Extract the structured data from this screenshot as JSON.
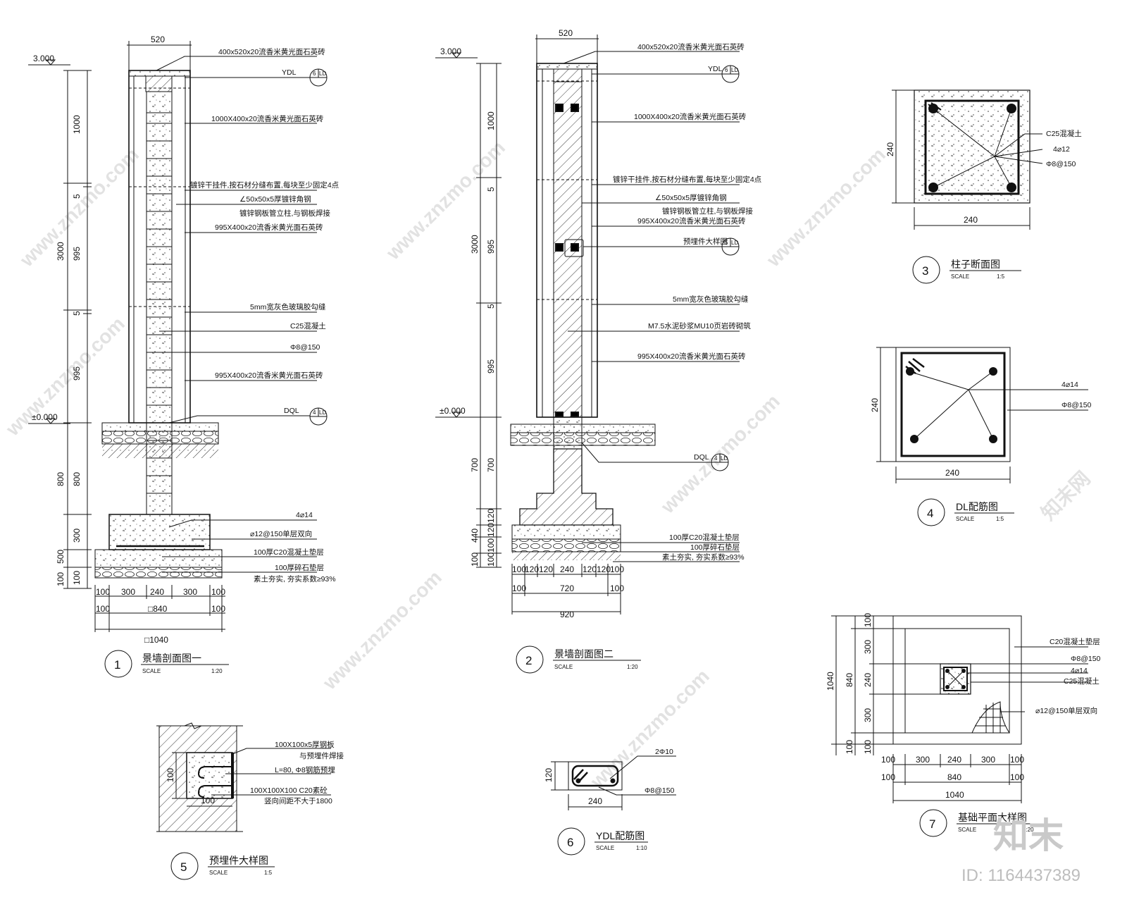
{
  "sheet": {
    "elevation_top": "3.000",
    "elevation_zero": "±0.000"
  },
  "detail1": {
    "number": "1",
    "title": "景墙剖面图一",
    "scale_word": "SCALE",
    "scale": "1:20",
    "dims_top": "520",
    "dims_vertical": [
      "1000",
      "5",
      "995",
      "5",
      "995",
      "800",
      "300",
      "500",
      "100",
      "100"
    ],
    "dim_total": "3000",
    "dims_bottom_row1": [
      "100",
      "300",
      "240",
      "300",
      "100"
    ],
    "dims_bottom_row2": [
      "100",
      "□840",
      "100"
    ],
    "dims_bottom_row3": "□1040",
    "labels": [
      "400x520x20流香米黄光面石英砖",
      "YDL",
      "1000X400x20流香米黄光面石英砖",
      "镀锌干挂件,按石材分缝布置,每块至少固定4点",
      "∠50x50x5厚镀锌角钢",
      "镀锌钢板管立柱,与钢板焊接",
      "995X400x20流香米黄光面石英砖",
      "5mm宽灰色玻璃胶勾缝",
      "C25混凝土",
      "Φ8@150",
      "995X400x20流香米黄光面石英砖",
      "DQL",
      "4⌀14",
      "⌀12@150单层双向",
      "100厚C20混凝土垫层",
      "100厚碎石垫层",
      "素土夯实, 夯实系数≥93%"
    ],
    "callouts": [
      {
        "num": "6",
        "ref": "LD"
      },
      {
        "num": "4",
        "ref": "LD"
      }
    ]
  },
  "detail2": {
    "number": "2",
    "title": "景墙剖面图二",
    "scale_word": "SCALE",
    "scale": "1:20",
    "dims_top": "520",
    "dims_vertical": [
      "1000",
      "5",
      "995",
      "5",
      "995",
      "700",
      "120",
      "120",
      "100",
      "100",
      "100"
    ],
    "dim_total": "3000",
    "dim_found": "700",
    "dim_found_total": "440",
    "dims_bottom_row1": [
      "100",
      "120",
      "120",
      "240",
      "120",
      "120",
      "100"
    ],
    "dims_bottom_row2": [
      "100",
      "720",
      "100"
    ],
    "dims_bottom_row3": "920",
    "labels": [
      "400x520x20流香米黄光面石英砖",
      "YDL",
      "1000X400x20流香米黄光面石英砖",
      "镀锌干挂件,按石材分缝布置,每块至少固定4点",
      "∠50x50x5厚镀锌角钢",
      "镀锌钢板管立柱,与钢板焊接",
      "995X400x20流香米黄光面石英砖",
      "预埋件大样图",
      "5mm宽灰色玻璃胶勾缝",
      "M7.5水泥砂浆MU10页岩砖砌筑",
      "995X400x20流香米黄光面石英砖",
      "DQL",
      "100厚C20混凝土垫层",
      "100厚碎石垫层",
      "素土夯实, 夯实系数≥93%"
    ],
    "callouts": [
      {
        "num": "6",
        "ref": "LD"
      },
      {
        "num": "5",
        "ref": "LD"
      },
      {
        "num": "4",
        "ref": "LD"
      }
    ]
  },
  "detail3": {
    "number": "3",
    "title": "柱子断面图",
    "scale_word": "SCALE",
    "scale": "1:5",
    "dim_w": "240",
    "dim_h": "240",
    "labels": [
      "C25混凝土",
      "4⌀12",
      "Φ8@150"
    ]
  },
  "detail4": {
    "number": "4",
    "title": "DL配筋图",
    "scale_word": "SCALE",
    "scale": "1:5",
    "dim_w": "240",
    "dim_h": "240",
    "labels": [
      "4⌀14",
      "Φ8@150"
    ]
  },
  "detail5": {
    "number": "5",
    "title": "预埋件大样图",
    "scale_word": "SCALE",
    "scale": "1:5",
    "dim_w": "100",
    "dim_h": "100",
    "labels": [
      "100X100x5厚钢板",
      "与预埋件焊接",
      "L=80, Φ8钢筋预埋",
      "100X100X100 C20素砼",
      "竖向间距不大于1800"
    ]
  },
  "detail6": {
    "number": "6",
    "title": "YDL配筋图",
    "scale_word": "SCALE",
    "scale": "1:10",
    "dim_w": "240",
    "dim_h": "120",
    "labels": [
      "2Φ10",
      "Φ8@150"
    ]
  },
  "detail7": {
    "number": "7",
    "title": "基础平面大样图",
    "scale_word": "SCALE",
    "scale": "1:20",
    "dims_left": [
      "100",
      "300",
      "240",
      "300",
      "100"
    ],
    "dim_left_mid": "840",
    "dim_left_total": "1040",
    "dims_bottom_row1": [
      "100",
      "300",
      "240",
      "300",
      "100"
    ],
    "dims_bottom_row2": [
      "100",
      "840",
      "100"
    ],
    "dims_bottom_row3": "1040",
    "labels": [
      "C20混凝土垫层",
      "Φ8@150",
      "4⌀14",
      "C25混凝土",
      "⌀12@150单层双向"
    ]
  },
  "watermarks": {
    "site": "www.znzmo.com",
    "brand_cn": "知末",
    "brand_short": "知末网",
    "image_id": "ID: 1164437389"
  }
}
